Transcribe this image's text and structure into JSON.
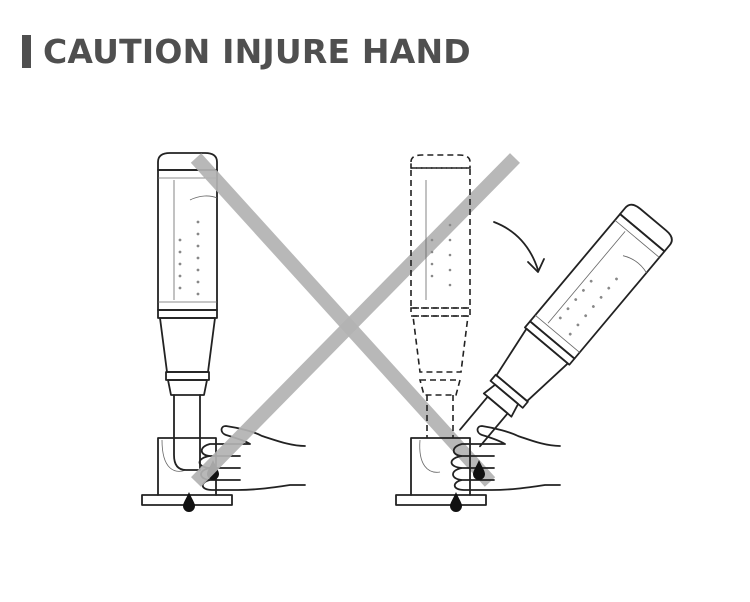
{
  "heading": {
    "title": "CAUTION INJURE HAND"
  },
  "colors": {
    "heading": "#4f4f4f",
    "cross": "#b3b3b3",
    "line": "#222222"
  },
  "illustrations": [
    {
      "name": "upright-lamp-warning"
    },
    {
      "name": "tilting-lamp-warning"
    }
  ]
}
